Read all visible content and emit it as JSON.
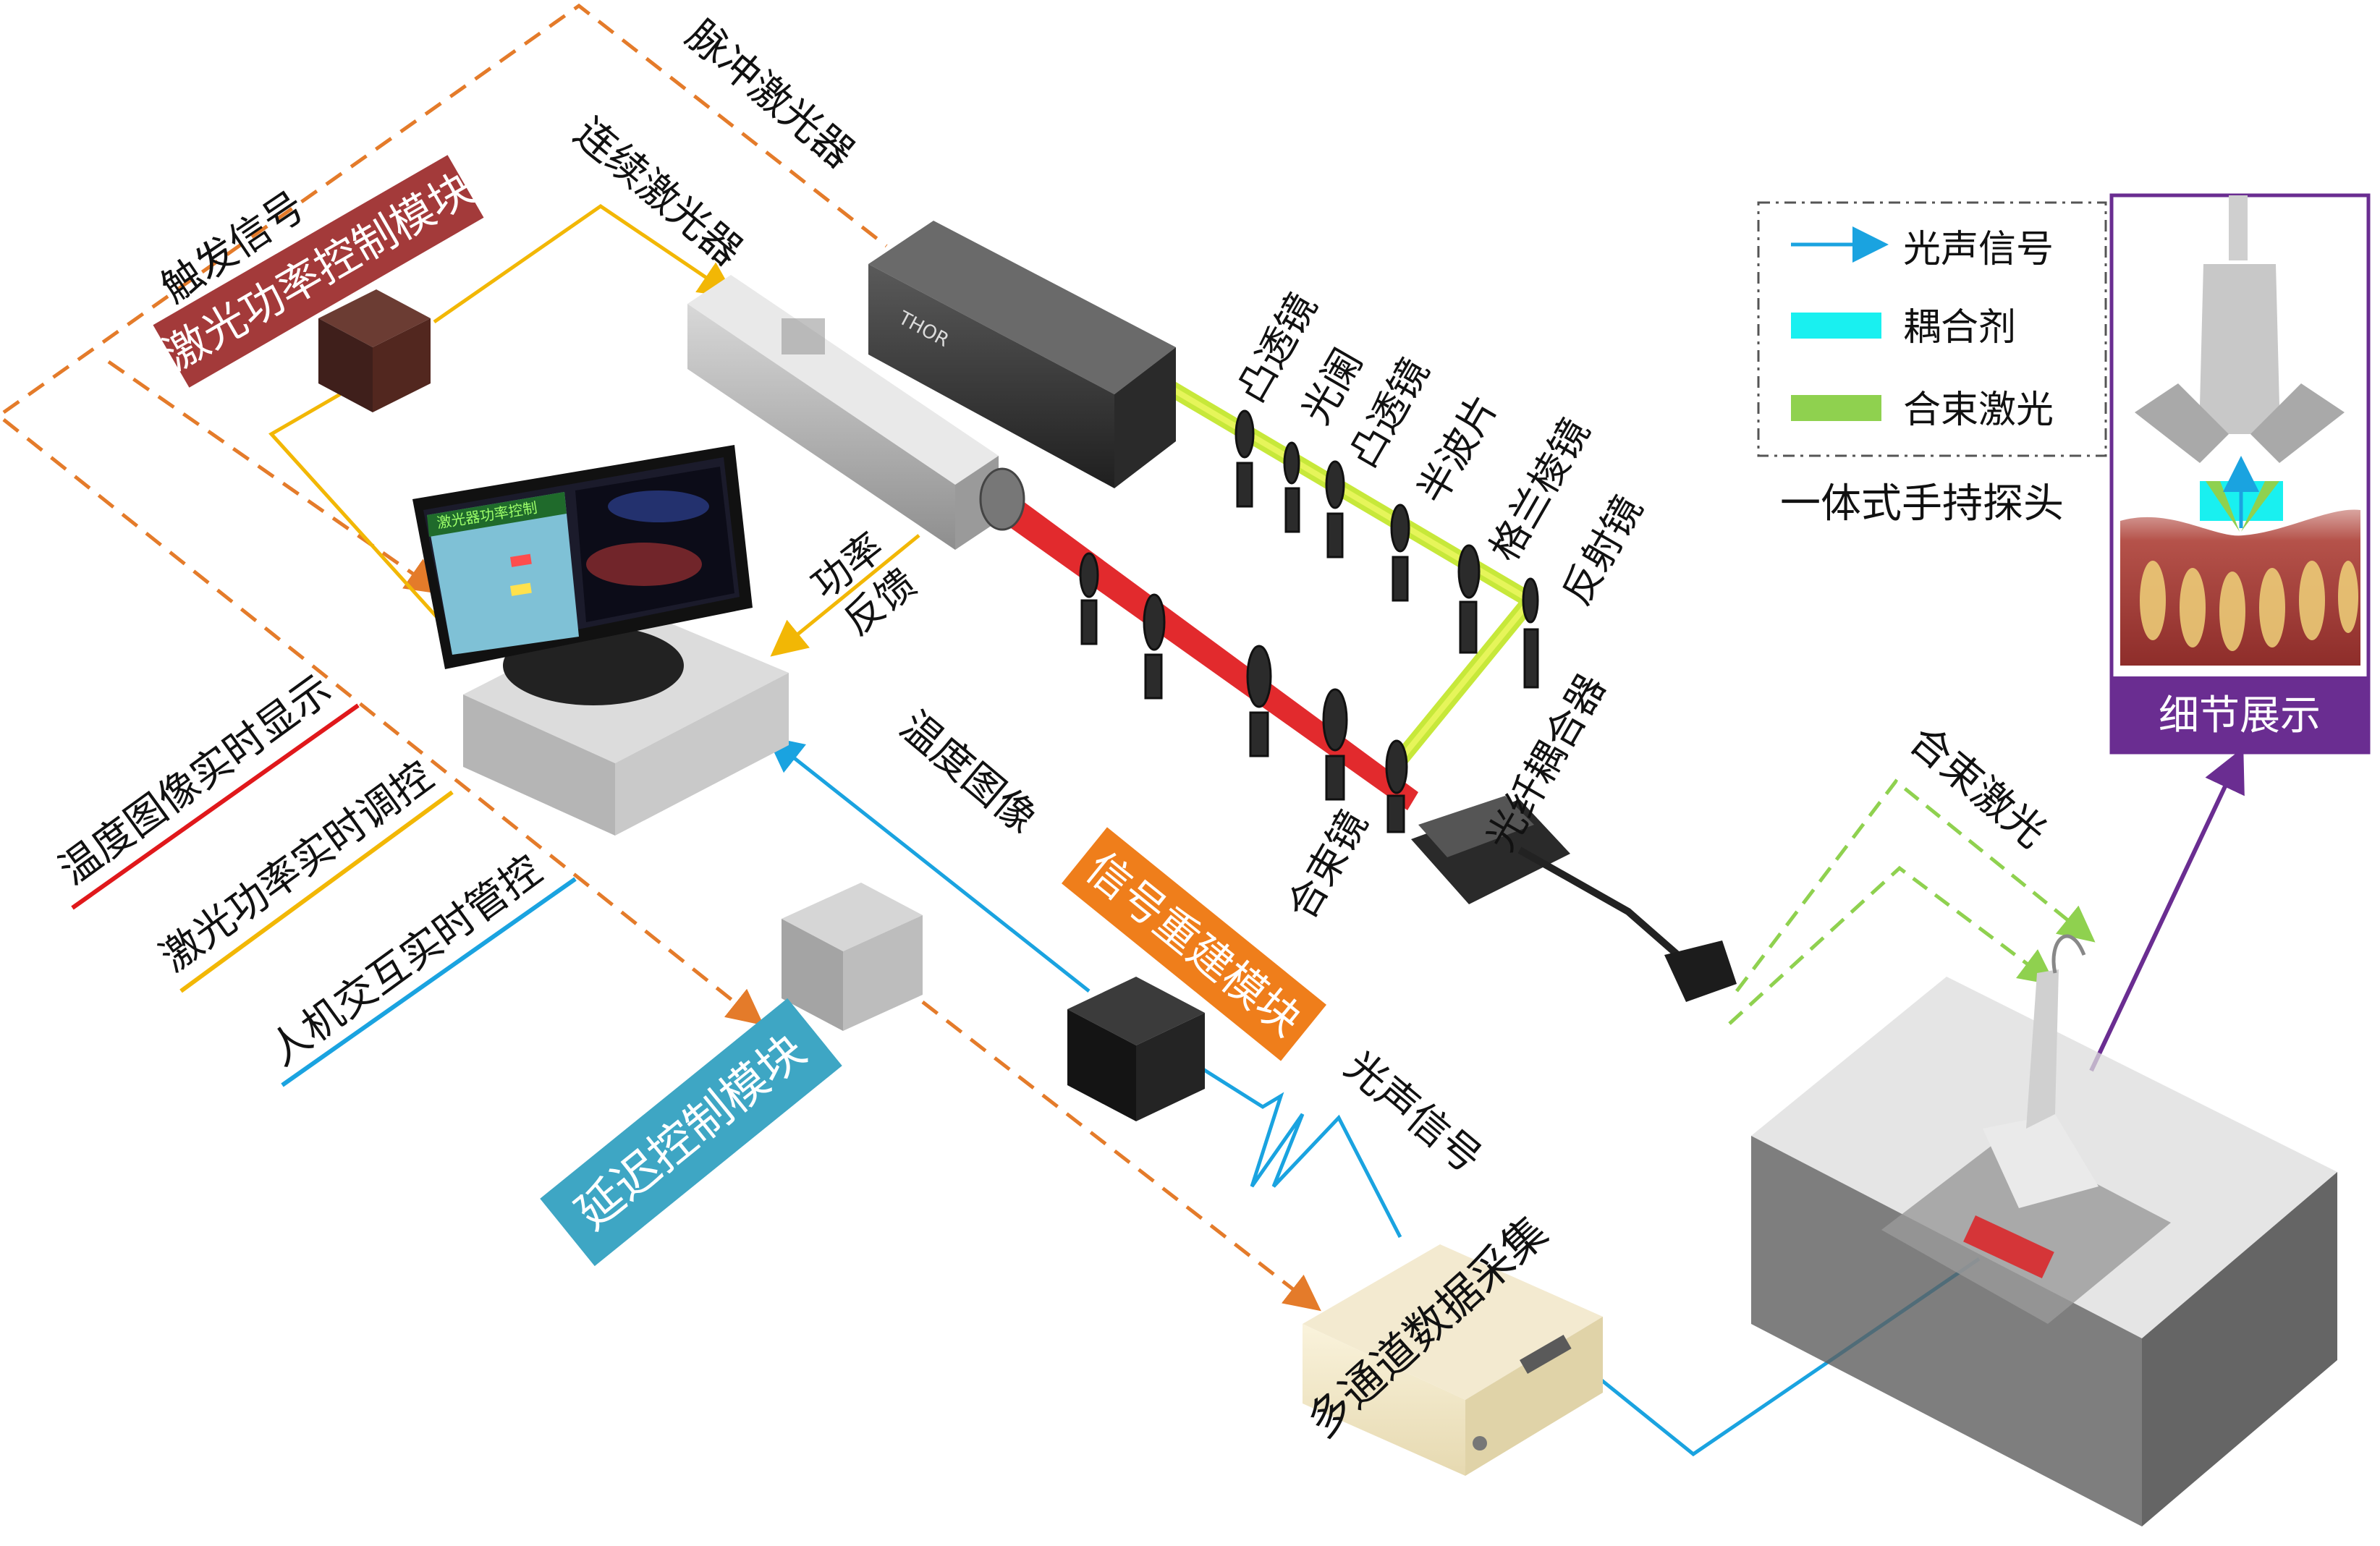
{
  "labels": {
    "pulse_laser": "脉冲激光器",
    "cw_laser": "连续激光器",
    "trigger": "触发信号",
    "power_module": "激光功率控制模块",
    "power_feedback_1": "功率",
    "power_feedback_2": "反馈",
    "temp_image": "温度图像",
    "signal_module": "信号重建模块",
    "pa_signal": "光声信号",
    "delay_module": "延迟控制模块",
    "daq": "多通道数据采集",
    "combined_laser": "合束激光",
    "convex_lens_1": "凸透镜",
    "aperture": "光阑",
    "convex_lens_2": "凸透镜",
    "half_wave": "半波片",
    "glan_prism": "格兰棱镜",
    "mirror": "反射镜",
    "fiber_coupler": "光纤耦合器",
    "beam_combiner": "合束镜",
    "feature_temp": "温度图像实时显示",
    "feature_power": "激光功率实时调控",
    "feature_hmi": "人机交互实时管控",
    "probe": "一体式手持探头",
    "detail": "细节展示"
  },
  "legend": [
    {
      "label": "光声信号",
      "color": "#1aa3e0",
      "kind": "arrow"
    },
    {
      "label": "耦合剂",
      "color": "#19f0f0",
      "kind": "box"
    },
    {
      "label": "合束激光",
      "color": "#8fd14f",
      "kind": "box"
    }
  ],
  "gui": {
    "title": "激光器功率控制"
  },
  "colors": {
    "orange": "#e47b2a",
    "yellow": "#f2b705",
    "blue": "#1aa3e0",
    "green": "#8fd14f",
    "red": "#e0181b",
    "purple": "#6a2d91",
    "power_box": "#a33a3a",
    "signal_box": "#ef7e1b",
    "delay_box": "#3ea6c4"
  }
}
